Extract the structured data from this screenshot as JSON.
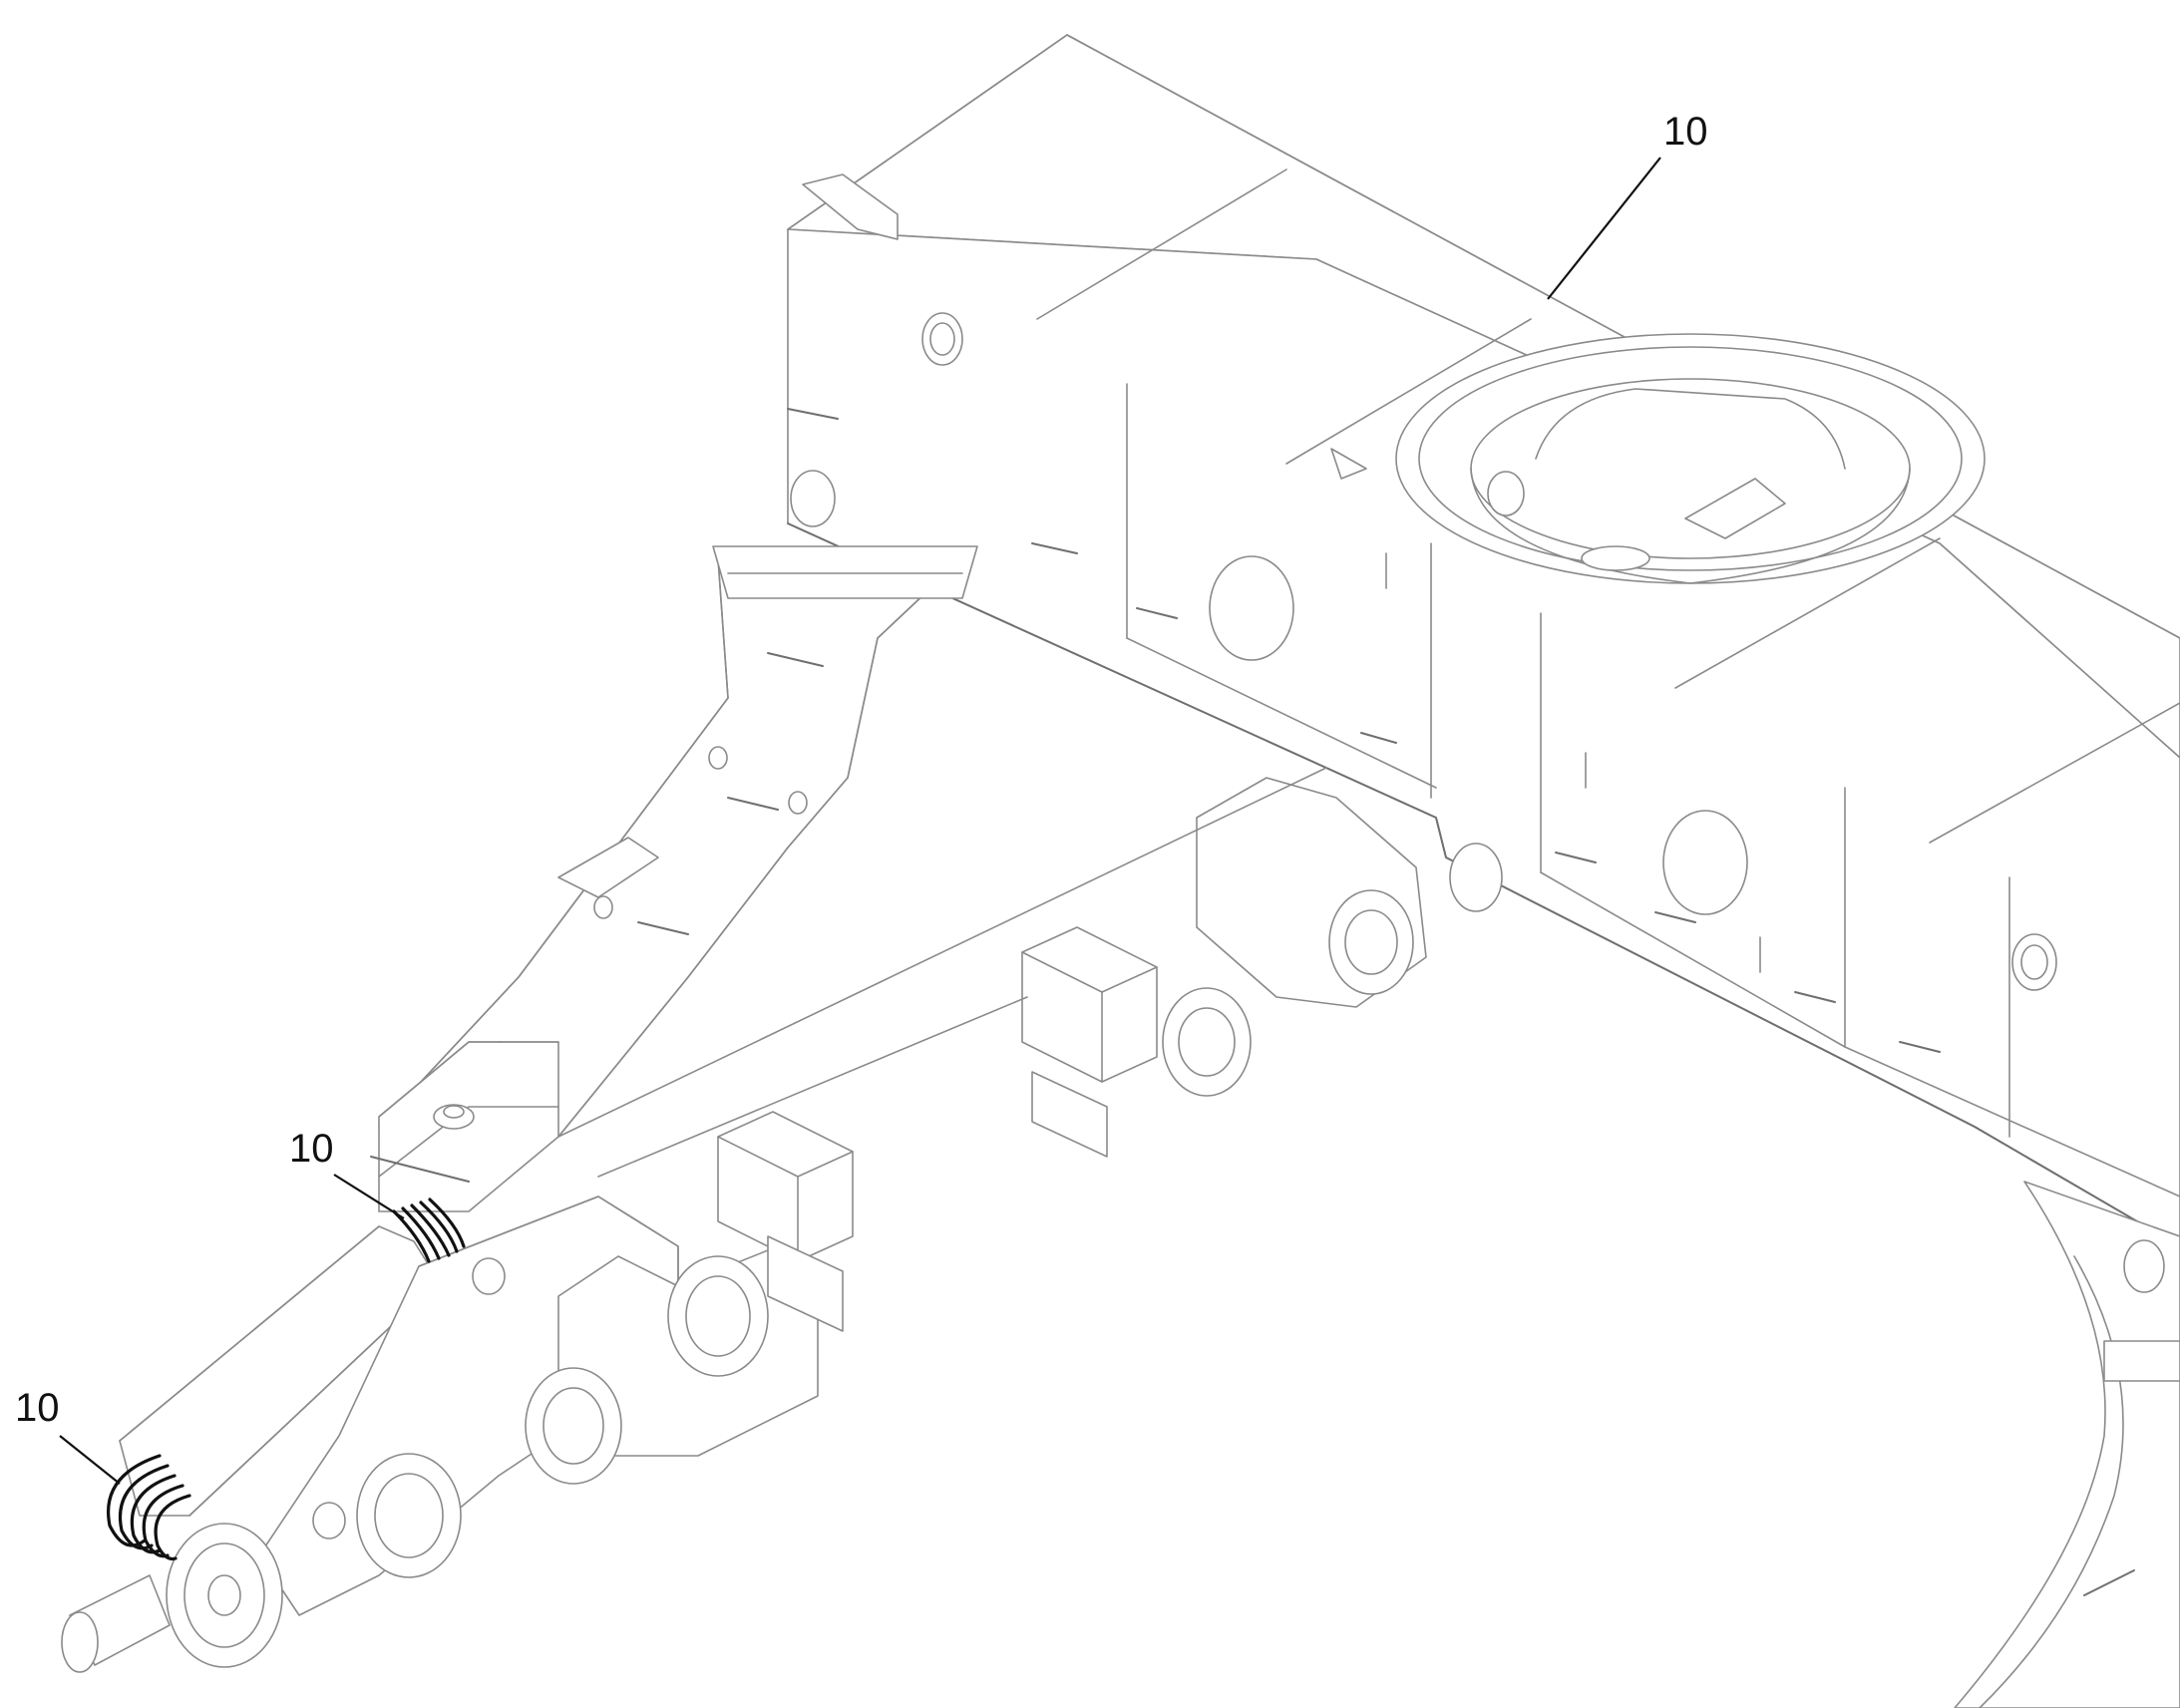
{
  "callouts": [
    {
      "id": "frame",
      "label": "10"
    },
    {
      "id": "harness-upper",
      "label": "10"
    },
    {
      "id": "harness-lower",
      "label": "10"
    }
  ],
  "colors": {
    "line": "#8a8a8a",
    "ink": "#111111",
    "background": "#ffffff"
  }
}
